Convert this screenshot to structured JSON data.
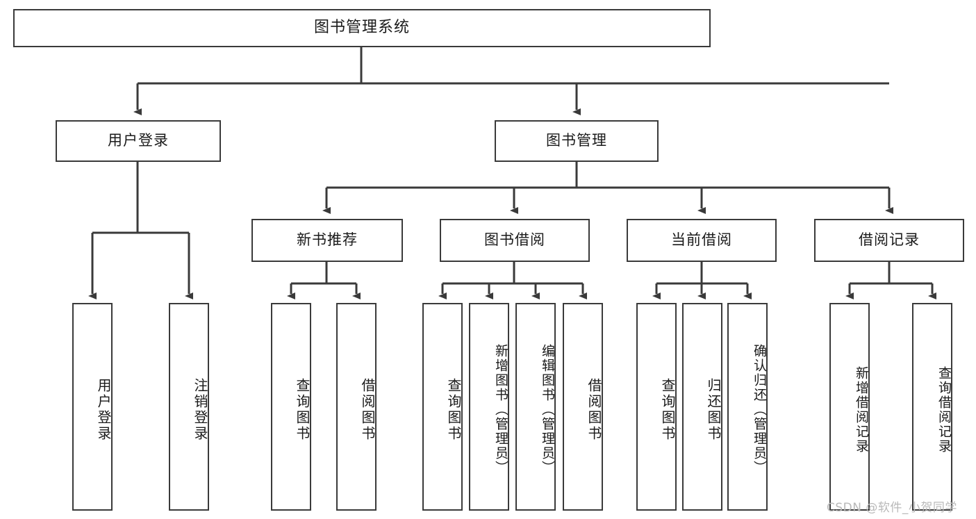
{
  "diagram": {
    "title": "图书管理系统",
    "type": "功能结构图",
    "stroke_color": "#3a3a3a",
    "background_color": "#ffffff",
    "text_color": "#1a1a1a"
  },
  "nodes": {
    "root": {
      "label": "图书管理系统"
    },
    "level2": [
      {
        "label": "用户登录"
      },
      {
        "label": "图书管理"
      }
    ],
    "level3": [
      {
        "label": "新书推荐"
      },
      {
        "label": "图书借阅"
      },
      {
        "label": "当前借阅"
      },
      {
        "label": "借阅记录"
      }
    ],
    "leaves": {
      "user_login": [
        {
          "label": "用户登录"
        },
        {
          "label": "注销登录"
        }
      ],
      "new_book_recommend": [
        {
          "label": "查询图书"
        },
        {
          "label": "借阅图书"
        }
      ],
      "book_borrow": [
        {
          "label": "查询图书"
        },
        {
          "label": "新增图书（管理员）"
        },
        {
          "label": "编辑图书（管理员）"
        },
        {
          "label": "借阅图书"
        }
      ],
      "current_borrow": [
        {
          "label": "查询图书"
        },
        {
          "label": "归还图书"
        },
        {
          "label": "确认归还（管理员）"
        }
      ],
      "borrow_record": [
        {
          "label": "新增借阅记录"
        },
        {
          "label": "查询借阅记录"
        }
      ]
    }
  },
  "watermark": {
    "text": "CSDN @软件_小贺同学"
  }
}
